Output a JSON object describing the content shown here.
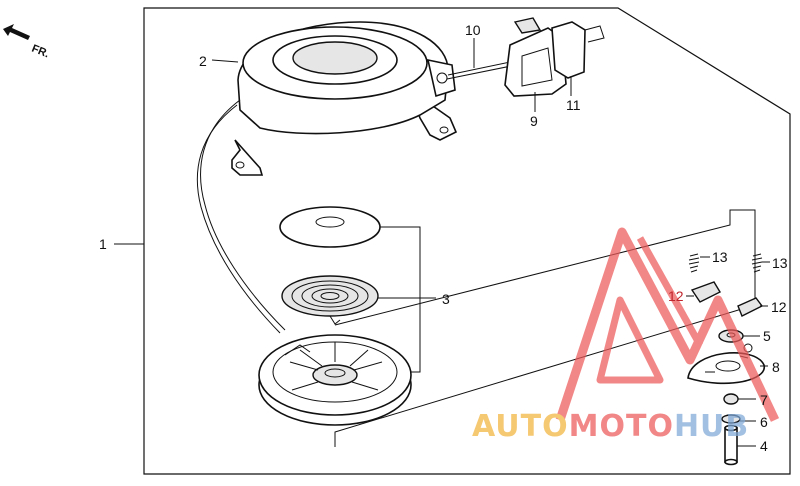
{
  "orientation": {
    "label": "FR."
  },
  "callouts": [
    {
      "id": "1",
      "label": "1",
      "highlight": false
    },
    {
      "id": "2",
      "label": "2",
      "highlight": false
    },
    {
      "id": "3",
      "label": "3",
      "highlight": false
    },
    {
      "id": "4",
      "label": "4",
      "highlight": false
    },
    {
      "id": "5",
      "label": "5",
      "highlight": false
    },
    {
      "id": "6",
      "label": "6",
      "highlight": false
    },
    {
      "id": "7",
      "label": "7",
      "highlight": false
    },
    {
      "id": "8",
      "label": "8",
      "highlight": false
    },
    {
      "id": "9",
      "label": "9",
      "highlight": false
    },
    {
      "id": "10",
      "label": "10",
      "highlight": false
    },
    {
      "id": "11",
      "label": "11",
      "highlight": false
    },
    {
      "id": "12a",
      "label": "12",
      "highlight": true
    },
    {
      "id": "12b",
      "label": "12",
      "highlight": false
    },
    {
      "id": "13a",
      "label": "13",
      "highlight": false
    },
    {
      "id": "13b",
      "label": "13",
      "highlight": false
    }
  ],
  "watermark": {
    "part1": "AUTO",
    "part2": "MOTO",
    "part3": "HUB",
    "colors": {
      "orange": "#f2b33d",
      "red": "#ee5a5a",
      "blue": "#7fa8d6"
    }
  }
}
